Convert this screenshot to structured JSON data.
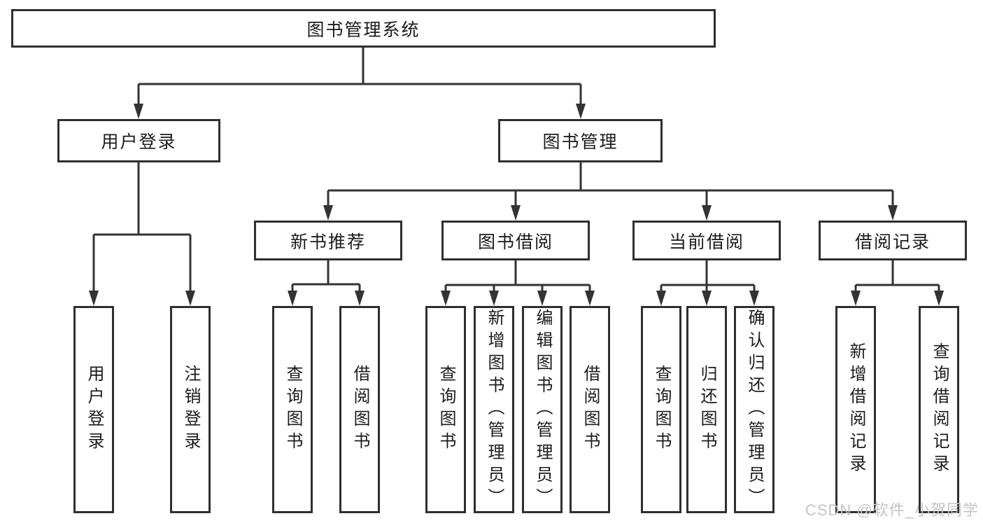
{
  "tree": {
    "root": {
      "label": "图书管理系统",
      "children": [
        {
          "label": "用户登录",
          "children": [
            {
              "label": "用户登录"
            },
            {
              "label": "注销登录"
            }
          ]
        },
        {
          "label": "图书管理",
          "children": [
            {
              "label": "新书推荐",
              "children": [
                {
                  "label": "查询图书"
                },
                {
                  "label": "借阅图书"
                }
              ]
            },
            {
              "label": "图书借阅",
              "children": [
                {
                  "label": "查询图书"
                },
                {
                  "label": "新增图书（管理员）"
                },
                {
                  "label": "编辑图书（管理员）"
                },
                {
                  "label": "借阅图书"
                }
              ]
            },
            {
              "label": "当前借阅",
              "children": [
                {
                  "label": "查询图书"
                },
                {
                  "label": "归还图书"
                },
                {
                  "label": "确认归还（管理员）"
                }
              ]
            },
            {
              "label": "借阅记录",
              "children": [
                {
                  "label": "新增借阅记录"
                },
                {
                  "label": "查询借阅记录"
                }
              ]
            }
          ]
        }
      ]
    }
  },
  "colors": {
    "line": "#333333",
    "border": "#2f2f2f",
    "text": "#1c1c1c",
    "watermark": "#c4c4c6"
  },
  "watermark": {
    "text": "CSDN @软件_小贺同学"
  }
}
